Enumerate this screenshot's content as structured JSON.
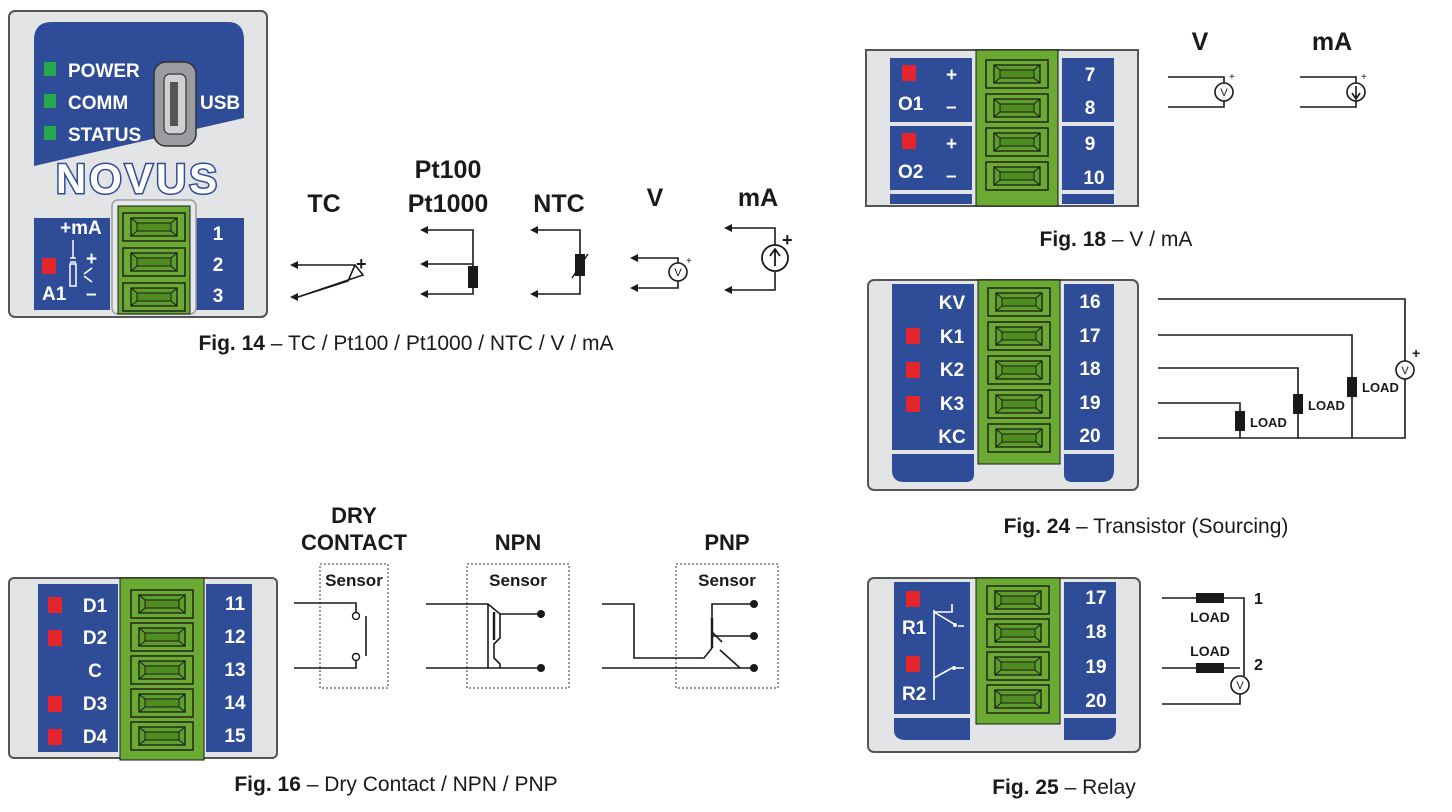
{
  "fig14": {
    "power": "POWER",
    "comm": "COMM",
    "status": "STATUS",
    "usb": "USB",
    "logo": "NOVUS",
    "plus_ma": "+mA",
    "plus": "+",
    "minus": "–",
    "a1": "A1",
    "terms": [
      "1",
      "2",
      "3"
    ],
    "types": {
      "tc": "TC",
      "pt100": "Pt100",
      "pt1000": "Pt1000",
      "ntc": "NTC",
      "v": "V",
      "ma": "mA"
    },
    "tc_plus": "+",
    "v_plus": "+",
    "ma_plus": "+",
    "v_symbol": "V",
    "caption_num": "Fig. 14",
    "caption_text": " – TC / Pt100 / Pt1000 / NTC / V / mA"
  },
  "fig16": {
    "labels": [
      "D1",
      "D2",
      "C",
      "D3",
      "D4"
    ],
    "terms": [
      "11",
      "12",
      "13",
      "14",
      "15"
    ],
    "dry_line1": "DRY",
    "dry_line2": "CONTACT",
    "npn": "NPN",
    "pnp": "PNP",
    "sensor": "Sensor",
    "caption_num": "Fig. 16",
    "caption_text": " – Dry Contact / NPN / PNP"
  },
  "fig18": {
    "o1": "O1",
    "o2": "O2",
    "plus": "+",
    "minus": "–",
    "terms": [
      "7",
      "8",
      "9",
      "10"
    ],
    "v": "V",
    "ma": "mA",
    "v_symbol": "V",
    "src_plus": "+",
    "caption_num": "Fig. 18",
    "caption_text": " – V / mA"
  },
  "fig24": {
    "labels": [
      "KV",
      "K1",
      "K2",
      "K3",
      "KC"
    ],
    "terms": [
      "16",
      "17",
      "18",
      "19",
      "20"
    ],
    "load": "LOAD",
    "v_symbol": "V",
    "v_plus": "+",
    "caption_num": "Fig. 24",
    "caption_text": " – Transistor (Sourcing)"
  },
  "fig25": {
    "r1": "R1",
    "r2": "R2",
    "terms": [
      "17",
      "18",
      "19",
      "20"
    ],
    "load": "LOAD",
    "n1": "1",
    "n2": "2",
    "v_symbol": "V",
    "caption_num": "Fig. 25",
    "caption_text": " – Relay"
  },
  "colors": {
    "panel_blue": "#2f4c99",
    "terminal_green": "#6aa932",
    "led_green": "#27a84a",
    "led_red": "#e5252c",
    "case_gray": "#e3e4e6"
  }
}
